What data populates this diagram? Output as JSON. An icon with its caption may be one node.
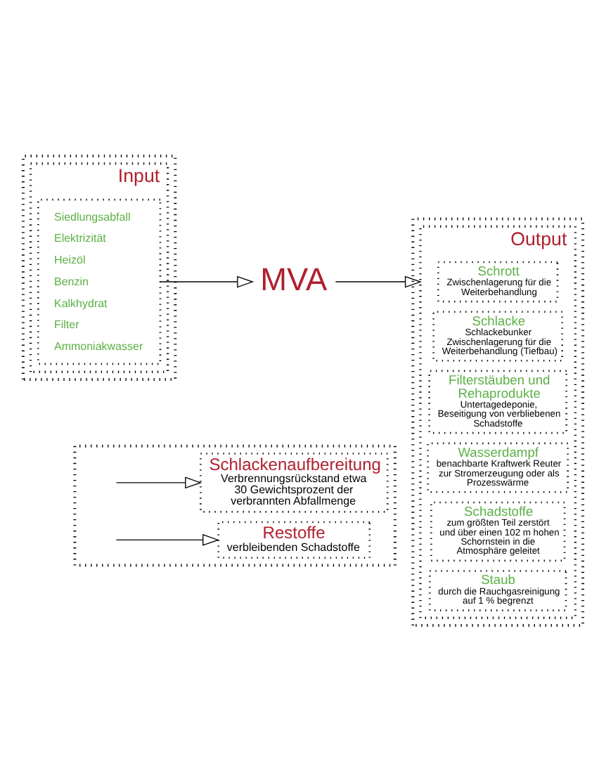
{
  "diagram": {
    "nodes": [
      {
        "text": [],
        "shape": "box"
      },
      {
        "text": [
          "Schlackenaufbereitung",
          "Verbrennungsrückstand etwa 30 Gewichtsprozent der verbrannten Abfallmenge"
        ],
        "in": 0
      },
      {
        "text": [
          "Restoffe",
          "verbleibenden Schadstoffe"
        ],
        "in": 0
      },
      {
        "text": [],
        "shape": "box"
      },
      {
        "text": [
          "Input"
        ],
        "in": 3
      },
      {
        "text": [
          "Siedlungsabfall",
          "Elektrizität",
          "Heizöl",
          "Benzin",
          "Kalkhydrat",
          "Filter",
          "Ammoniakwasser"
        ],
        "in": 4
      },
      {
        "text": [
          "MVA"
        ]
      },
      {
        "text": [],
        "shape": "box"
      },
      {
        "text": [
          "Output"
        ],
        "in": 7
      },
      {
        "text": [
          "Schrott",
          "Zwischenlagerung für die Weiterbehandlung"
        ],
        "in": 8
      },
      {
        "text": [
          "Schlacke",
          "Schlackebunker Zwischenlagerung für die Weiterbehandlung (Tiefbau)"
        ],
        "in": 8
      },
      {
        "text": [
          "Filterstäuben und Rehaprodukte",
          "Untertagedeponie, Beseitigung von verbliebenen Schadstoffe"
        ],
        "in": 8
      },
      {
        "text": [
          "Wasserdampf",
          "benachbarte Kraftwerk Reuter zur Stromerzeugung oder als Prozesswärme"
        ],
        "in": 8
      },
      {
        "text": [
          "Schadstoffe",
          "zum größten Teil zerstört und über einen 102 m hohen Schornstein in die Atmosphäre geleitet"
        ],
        "in": 8
      },
      {
        "text": [
          "Staub",
          "durch die Rauchgasreinigung auf 1 % begrenzt"
        ],
        "in": 8
      }
    ],
    "edges": [
      {
        "from": null,
        "to": 1,
        "arrow": "to"
      },
      {
        "from": null,
        "to": 2,
        "arrow": "to"
      },
      {
        "from": 5,
        "to": 6,
        "arrow": "to"
      },
      {
        "from": 6,
        "to": 8,
        "arrow": "to"
      }
    ]
  }
}
